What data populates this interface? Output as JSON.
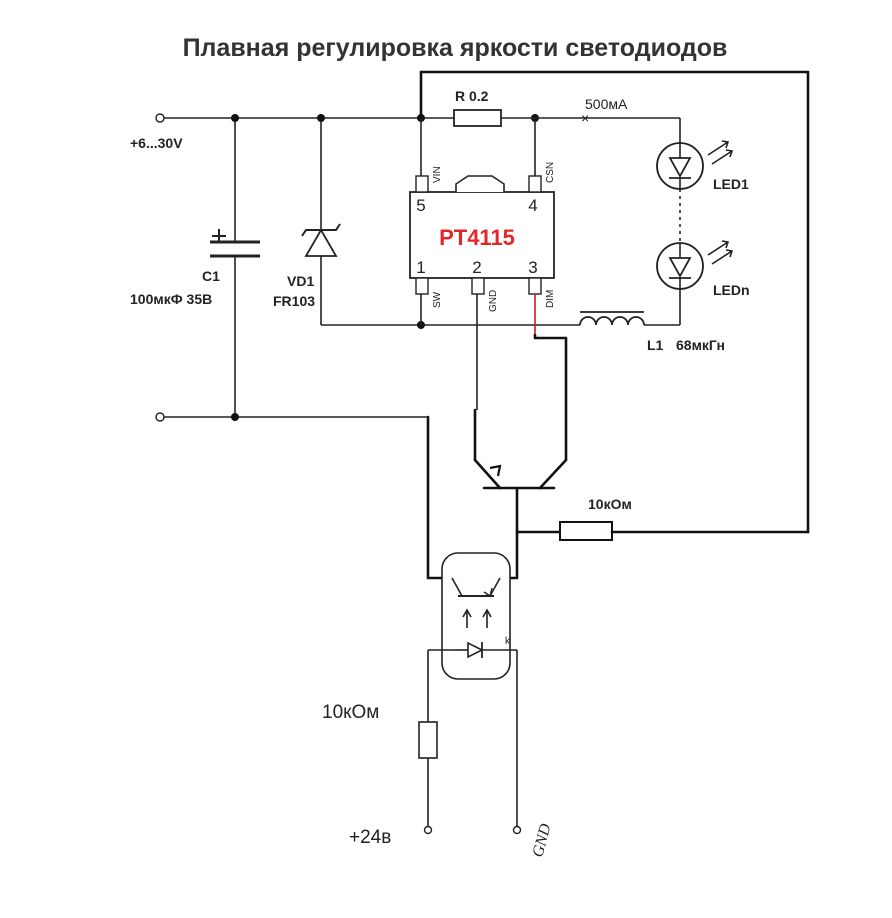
{
  "title": "Плавная регулировка яркости светодиодов",
  "supply": {
    "label": "+6...30V"
  },
  "c1": {
    "ref": "C1",
    "value": "100мкФ 35В"
  },
  "vd1": {
    "ref": "VD1",
    "value": "FR103"
  },
  "r_sense": {
    "label": "R 0.2"
  },
  "current": {
    "label": "500мА"
  },
  "ic": {
    "name": "PT4115",
    "pins": [
      {
        "num": "5",
        "name": "VIN"
      },
      {
        "num": "4",
        "name": "CSN"
      },
      {
        "num": "1",
        "name": "SW"
      },
      {
        "num": "2",
        "name": "GND"
      },
      {
        "num": "3",
        "name": "DIM"
      }
    ]
  },
  "leds": [
    {
      "ref": "LED1"
    },
    {
      "ref": "LEDn"
    }
  ],
  "l1": {
    "ref": "L1",
    "value": "68мкГн"
  },
  "r_bias": {
    "label": "10кОм"
  },
  "r_input": {
    "label": "10кОм"
  },
  "inputs": {
    "plus": "+24в",
    "gnd": "GND"
  }
}
